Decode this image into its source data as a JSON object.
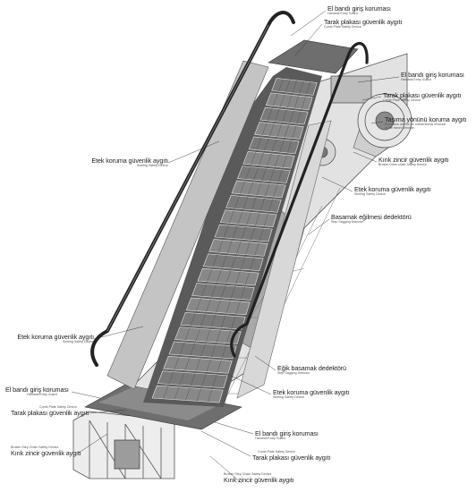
{
  "labels": [
    {
      "tr": "El bandı giriş koruması",
      "en": "Handrail Entry Guard"
    },
    {
      "tr": "Tarak plakası güvenlik aygıtı",
      "en": "Comb Plate Safety Device"
    },
    {
      "tr": "El bandı giriş koruması",
      "en": "Handrail Entry Guard"
    },
    {
      "tr": "Tarak plakası güvenlik aygıtı",
      "en": "Comb Plate Safety Device"
    },
    {
      "tr": "Taşıma yönünü koruma aygıtı",
      "en": "Protection device for unintentional reversal of the travel direction"
    },
    {
      "tr": "Etek koruma güvenlik aygıtı",
      "en": "Skirting Safety Device"
    },
    {
      "tr": "Kırık zincir güvenlik aygıtı",
      "en": "Broken Drive-chain Safety Device"
    },
    {
      "tr": "Etek koruma güvenlik aygıtı",
      "en": "Skirting Safety Device"
    },
    {
      "tr": "Basamak eğilmesi dedektörü",
      "en": "Step Sagging Detector"
    },
    {
      "tr": "Etek koruma güvenlik aygıtı",
      "en": "Skirting Safety Device"
    },
    {
      "tr": "Eğik basamak dedektörü",
      "en": "Step Sagging Detector"
    },
    {
      "tr": "El bandı giriş koruması",
      "en": "Handrail Entry Guard"
    },
    {
      "tr": "Etek koruma güvenlik aygıtı",
      "en": "Skirting Safety Device"
    },
    {
      "tr": "Tarak plakası güvenlik aygıtı",
      "en": "Comb Plate Safety Device"
    },
    {
      "tr": "El bandı giriş koruması",
      "en": "Handrail Entry Guard"
    },
    {
      "tr": "Tarak plakası güvenlik aygıtı",
      "en": "Comb Plate Safety Device"
    },
    {
      "tr": "Kırık zincir güvenlik aygıtı",
      "en": "Broken Step Chain Safety Device"
    },
    {
      "tr": "Kırık zincir güvenlik aygıtı",
      "en": "Broken Step Chain Safety Device"
    }
  ]
}
